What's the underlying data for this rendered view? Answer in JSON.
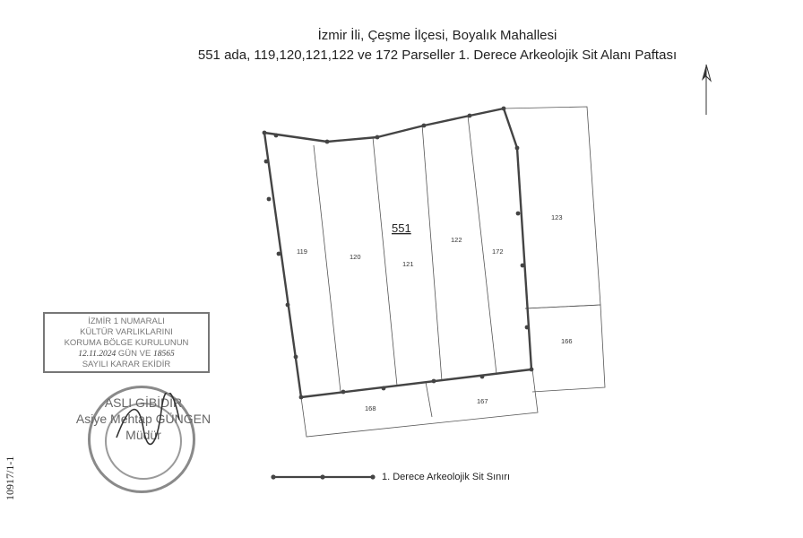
{
  "title": {
    "line1": "İzmir İli, Çeşme İlçesi, Boyalık Mahallesi",
    "line2": "551 ada, 119,120,121,122 ve 172 Parseller 1. Derece Arkeolojik Sit Alanı Paftası"
  },
  "map": {
    "block_number": "551",
    "parcels": [
      {
        "id": "parcel-119",
        "label": "119"
      },
      {
        "id": "parcel-120",
        "label": "120"
      },
      {
        "id": "parcel-121",
        "label": "121"
      },
      {
        "id": "parcel-122",
        "label": "122"
      },
      {
        "id": "parcel-172",
        "label": "172"
      },
      {
        "id": "parcel-123",
        "label": "123"
      },
      {
        "id": "parcel-166",
        "label": "166"
      },
      {
        "id": "parcel-167",
        "label": "167"
      },
      {
        "id": "parcel-168",
        "label": "168"
      }
    ],
    "boundary_color": "#444444",
    "north_arrow": "north-arrow-icon"
  },
  "legend": {
    "label": "1. Derece Arkeolojik Sit Sınırı"
  },
  "stamp": {
    "line1": "İZMİR 1 NUMARALI",
    "line2": "KÜLTÜR VARLIKLARINI",
    "line3": "KORUMA BÖLGE KURULUNUN",
    "line4_date": "12.11.2024",
    "line4_mid": "GÜN VE",
    "line4_num": "18565",
    "line5": "SAYILI KARAR EKİDİR"
  },
  "signature": {
    "line1": "ASLI GİBİDİR",
    "line2": "Asiye Mehtap GÜNGEN",
    "line3": "Müdür"
  },
  "margin_code": "10917/1-1"
}
